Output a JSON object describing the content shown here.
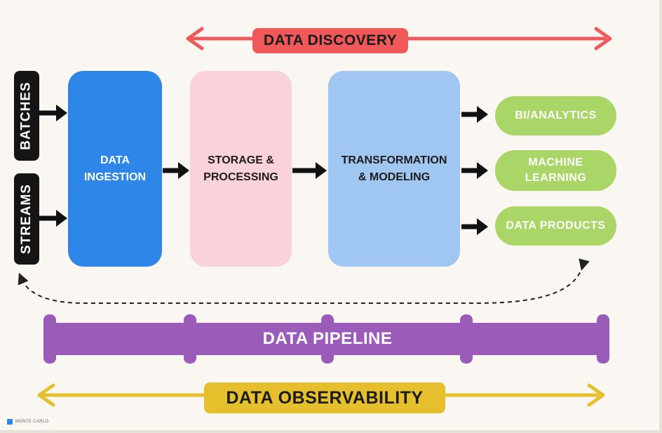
{
  "diagram": {
    "discovery": {
      "label": "DATA DISCOVERY",
      "color": "#f0585a"
    },
    "inputs": [
      {
        "label": "BATCHES"
      },
      {
        "label": "STREAMS"
      }
    ],
    "stages": [
      {
        "label": "DATA INGESTION",
        "line1": "DATA",
        "line2": "INGESTION",
        "color": "#2e86e8"
      },
      {
        "label": "STORAGE & PROCESSING",
        "line1": "STORAGE &",
        "line2": "PROCESSING",
        "color": "#f9d3d9"
      },
      {
        "label": "TRANSFORMATION & MODELING",
        "line1": "TRANSFORMATION",
        "line2": "& MODELING",
        "color": "#9fc7f2"
      }
    ],
    "outputs": [
      {
        "label": "BI/ANALYTICS",
        "line1": "BI/ANALYTICS",
        "line2": ""
      },
      {
        "label": "MACHINE LEARNING",
        "line1": "MACHINE",
        "line2": "LEARNING"
      },
      {
        "label": "DATA PRODUCTS",
        "line1": "DATA PRODUCTS",
        "line2": ""
      }
    ],
    "output_color": "#a9d666",
    "pipeline": {
      "label": "DATA PIPELINE",
      "color": "#9a5cb8"
    },
    "observability": {
      "label": "DATA OBSERVABILITY",
      "color": "#e6c02c"
    }
  },
  "footer": {
    "brand": "MONTE CARLO",
    "logo": "monte-carlo-logo-icon"
  }
}
